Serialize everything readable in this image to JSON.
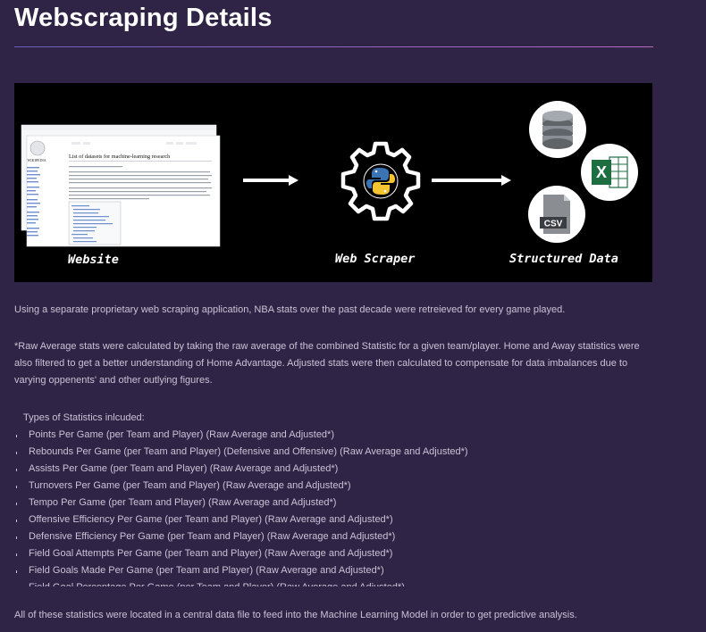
{
  "page": {
    "title": "Webscraping Details"
  },
  "banner": {
    "website_label": "Website",
    "scraper_label": "Web Scraper",
    "structured_label": "Structured Data",
    "wiki_heading": "List of datasets for machine-learning research",
    "wiki_brand": "WIKIPEDIA",
    "csv_label": "CSV",
    "excel_letter": "X"
  },
  "content": {
    "intro": "Using a separate proprietary web scraping application, NBA stats over the past decade were retreieved for every game played.",
    "note": "*Raw Average stats were calculated by taking the raw average of the combined Statistic for a given team/player. Home and Away statistics were also filtered to get a better understanding of Home Advantage. Adjusted stats were then calculated to compensate for data imbalances due to varying oppenents' and other outlying figures.",
    "list_heading": "Types of Statistics inlcuded:",
    "stats": [
      "Points Per Game (per Team and Player) (Raw Average and Adjusted*)",
      "Rebounds Per Game (per Team and Player) (Defensive and Offensive) (Raw Average and Adjusted*)",
      "Assists Per Game (per Team and Player) (Raw Average and Adjusted*)",
      "Turnovers Per Game (per Team and Player) (Raw Average and Adjusted*)",
      "Tempo Per Game (per Team and Player) (Raw Average and Adjusted*)",
      "Offensive Efficiency Per Game (per Team and Player) (Raw Average and Adjusted*)",
      "Defensive Efficiency Per Game (per Team and Player) (Raw Average and Adjusted*)",
      "Field Goal Attempts Per Game (per Team and Player) (Raw Average and Adjusted*)",
      "Field Goals Made Per Game (per Team and Player) (Raw Average and Adjusted*)",
      "Field Goal Percentage Per Game (per Team and Player) (Raw Average and Adjusted*)"
    ],
    "conclusion": "All of these statistics were located in a central data file to feed into the Machine Learning Model in order to get predictive analysis."
  },
  "colors": {
    "background": "#2f2445",
    "text": "#c9c3d6",
    "title": "#ffffff",
    "excel_green": "#1d6f42"
  }
}
